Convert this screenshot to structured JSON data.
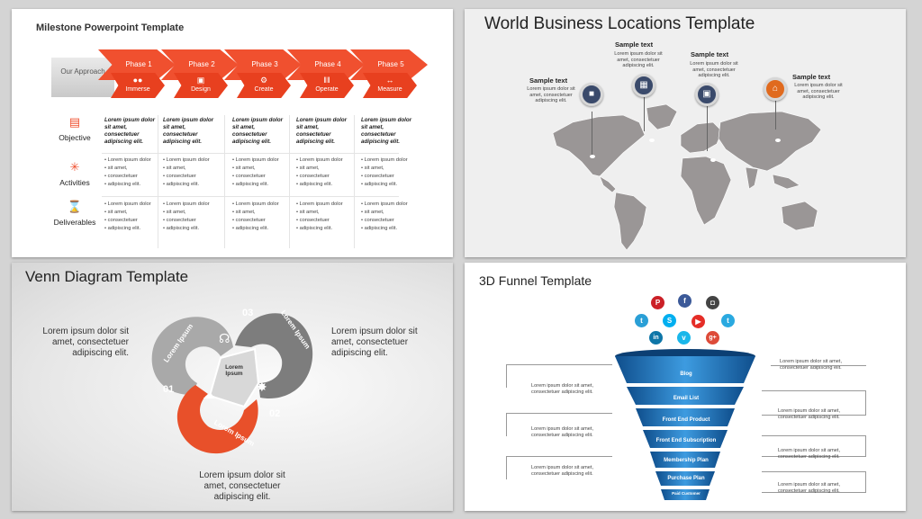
{
  "slide1": {
    "title": "Milestone Powerpoint Template",
    "approach": "Our Approach",
    "phases": [
      {
        "label": "Phase 1",
        "sub": "Immerse",
        "icon": "group-icon"
      },
      {
        "label": "Phase 2",
        "sub": "Design",
        "icon": "blocks-icon"
      },
      {
        "label": "Phase 3",
        "sub": "Create",
        "icon": "gears-icon"
      },
      {
        "label": "Phase 4",
        "sub": "Operate",
        "icon": "soundwave-icon"
      },
      {
        "label": "Phase 5",
        "sub": "Measure",
        "icon": "measure-icon"
      }
    ],
    "rows": [
      {
        "label": "Objective",
        "icon": "checklist-icon"
      },
      {
        "label": "Activities",
        "icon": "star-icon"
      },
      {
        "label": "Deliverables",
        "icon": "hourglass-icon"
      }
    ],
    "objective_text": "Lorem ipsum dolor sit amet, consectetuer adipiscing elit.",
    "bullets": [
      "Lorem ipsum dolor",
      "sit amet,",
      "consectetuer",
      "adipiscing elit."
    ],
    "accent": "#f0502f"
  },
  "slide2": {
    "title": "World Business Locations Template",
    "markers": [
      {
        "title": "Sample text",
        "body": "Lorem ipsum dolor sit amet, consectetuer adipiscing elit.",
        "icon": "factory-icon",
        "color": "#3a4a6b"
      },
      {
        "title": "Sample text",
        "body": "Lorem ipsum dolor sit amet, consectetuer adipiscing elit.",
        "icon": "building-icon",
        "color": "#3a4a6b"
      },
      {
        "title": "Sample text",
        "body": "Lorem ipsum dolor sit amet, consectetuer adipiscing elit.",
        "icon": "store-icon",
        "color": "#3a4a6b"
      },
      {
        "title": "Sample text",
        "body": "Lorem ipsum dolor sit amet, consectetuer adipiscing elit.",
        "icon": "home-icon",
        "color": "#e06a1e"
      }
    ],
    "map_color": "#9a9696"
  },
  "slide3": {
    "title": "Venn Diagram Template",
    "left_text": "Lorem ipsum dolor sit amet, consectetuer adipiscing elit.",
    "right_text": "Lorem ipsum dolor sit amet, consectetuer adipiscing elit.",
    "bottom_text": "Lorem ipsum dolor sit amet, consectetuer adipiscing elit.",
    "center_text": "Lorem Ipsum",
    "petals": [
      {
        "number": "01",
        "label": "Lorem Ipsum",
        "color": "#a9a9a9",
        "icon": "headphones-icon"
      },
      {
        "number": "02",
        "label": "Lorem Ipsum",
        "color": "#e8502a",
        "icon": "brain-icon"
      },
      {
        "number": "03",
        "label": "Lorem Ipsum",
        "color": "#7d7d7d",
        "icon": "network-icon"
      }
    ]
  },
  "slide4": {
    "title": "3D Funnel Template",
    "social": [
      {
        "icon": "pinterest-icon",
        "glyph": "P",
        "color": "#cb2027"
      },
      {
        "icon": "facebook-icon",
        "glyph": "f",
        "color": "#3b5998"
      },
      {
        "icon": "instagram-icon",
        "glyph": "◘",
        "color": "#444444"
      },
      {
        "icon": "tumblr-icon",
        "glyph": "t",
        "color": "#2a9fd6"
      },
      {
        "icon": "skype-icon",
        "glyph": "S",
        "color": "#00aff0"
      },
      {
        "icon": "youtube-icon",
        "glyph": "▶",
        "color": "#e52d27"
      },
      {
        "icon": "twitter-icon",
        "glyph": "t",
        "color": "#2aa9e0"
      },
      {
        "icon": "linkedin-icon",
        "glyph": "in",
        "color": "#0e76a8"
      },
      {
        "icon": "vimeo-icon",
        "glyph": "v",
        "color": "#1ab7ea"
      },
      {
        "icon": "googleplus-icon",
        "glyph": "g+",
        "color": "#dd4b39"
      }
    ],
    "stages": [
      "Blog",
      "Email List",
      "Front End Product",
      "Front End Subscription",
      "Membership Plan",
      "Purchase Plan",
      "Paid Customer"
    ],
    "note": "Lorem ipsum dolor sit amet, consectetuer adipiscing elit.",
    "funnel_color": "#1e73be"
  }
}
